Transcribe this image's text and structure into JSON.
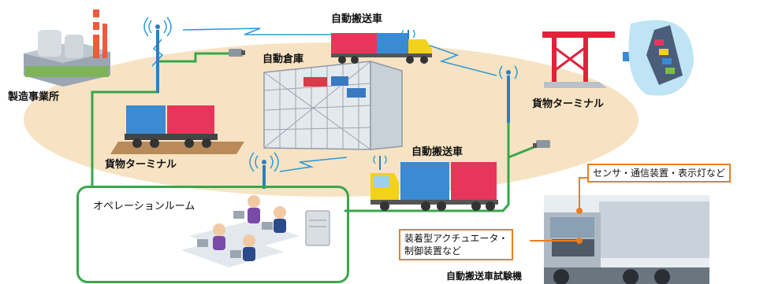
{
  "labels": {
    "factory": "製造事業所",
    "warehouse": "自動倉庫",
    "agv_top": "自動搬送車",
    "agv_mid": "自動搬送車",
    "terminal_right": "貨物ターミナル",
    "terminal_rail": "貨物ターミナル",
    "operations_room": "オペレーションルーム",
    "test_vehicle": "自動搬送車試験機"
  },
  "callouts": {
    "sensors": "センサ・通信装置・表示灯など",
    "actuator_line1": "装着型アクチュエータ・",
    "actuator_line2": "制御装置など"
  },
  "colors": {
    "ellipse_fill": "#f7e3c3",
    "network_line": "#3aa64b",
    "callout_border": "#ee7d1f",
    "crane": "#e0233b",
    "radio_wave": "#2e9bd6"
  }
}
